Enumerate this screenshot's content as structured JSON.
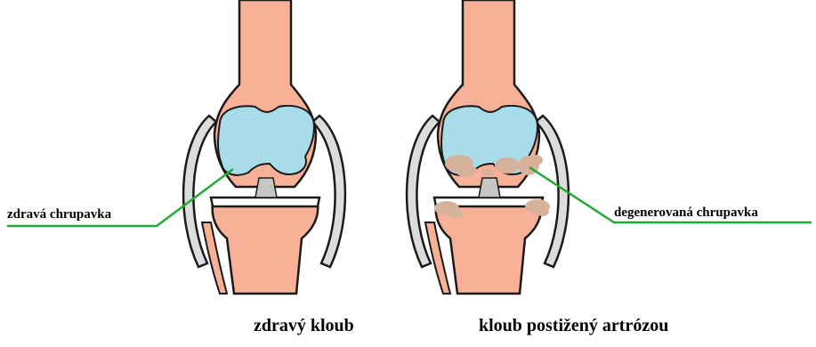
{
  "labels": {
    "healthy_cartilage": "zdravá chrupavka",
    "degenerated_cartilage": "degenerovaná chrupavka"
  },
  "captions": {
    "healthy_joint": "zdravý kloub",
    "arthritic_joint": "kloub postižený artrózou"
  },
  "colors": {
    "bone": "#f8b096",
    "cartilage": "#a8dce8",
    "cartilage_degenerated": "#d7b29b",
    "capsule": "#dcdcdc",
    "meniscus": "#c6c6c6",
    "outline": "#1a1a1a",
    "pointer_line": "#22aa33"
  }
}
